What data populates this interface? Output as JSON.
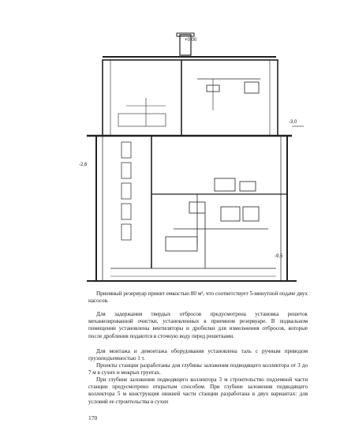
{
  "drawing": {
    "labels": {
      "top_mark": "+0,00",
      "right_mark": "-3,0",
      "left_mark": "-2,6",
      "bottom_mark": "-9,5"
    }
  },
  "paragraphs": [
    "Приемный резервуар принят емкостью 80 м³, что соответствует 5-минутной подаче двух насосов.",
    "Для задержания твердых отбросов предусмотрена установка решеток механизированной очистки, установленных в приемном резервуаре. В подвальном помещении установлены вентиляторы и дробилки для измельчения отбросов, которые после дробления подаются в сточную воду перед решетками.",
    "Для монтажа и демонтажа оборудования установлена таль с ручным приводом грузоподъемностью 1 т.",
    "Проекты станции разработаны для глубины заложения подводящего коллектора от 3 до 7 м в сухих и мокрых грунтах.",
    "При глубине заложения подводящего коллектора 3 м строительство подземной части станции предусмотрено открытым способом. При глубине заложения подводящего коллектора 5 м конструкция нижней части станции разработана в двух вариантах: для условий ее строительства в сухих"
  ],
  "page_number": "170"
}
